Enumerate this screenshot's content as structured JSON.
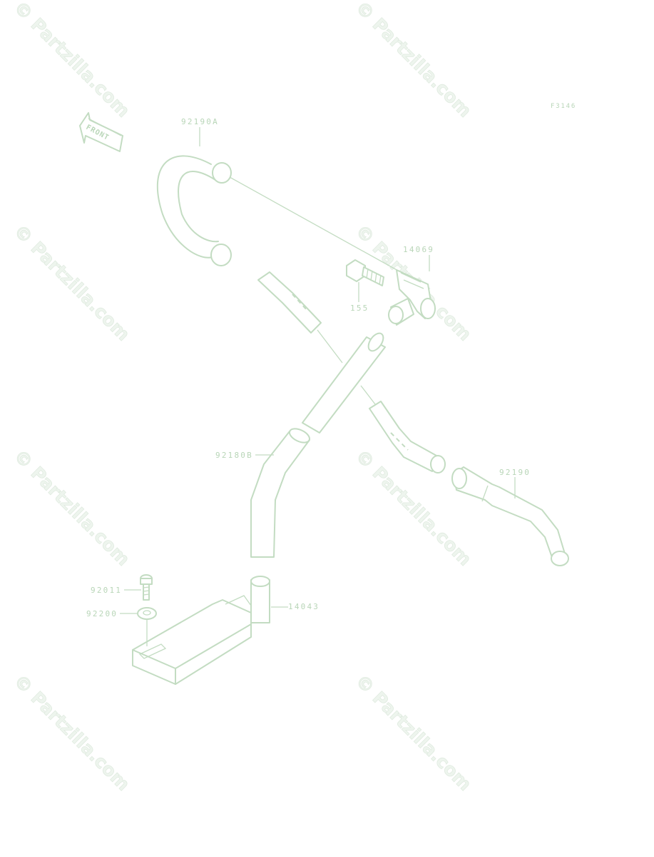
{
  "diagram_code": "F3146",
  "front_label": "FRONT",
  "watermark": "© Partzilla.com",
  "parts": {
    "hose_top_curved": "92190A",
    "valve_fitting": "14069",
    "bolt_fitting": "155",
    "hose_left_bend": "92180B",
    "hose_right": "92190",
    "bolt": "92011",
    "washer": "92200",
    "bracket": "14043"
  },
  "colors": {
    "line": "#c3dcc2",
    "text": "#b9d6b8",
    "watermark": "#e6efe6"
  }
}
